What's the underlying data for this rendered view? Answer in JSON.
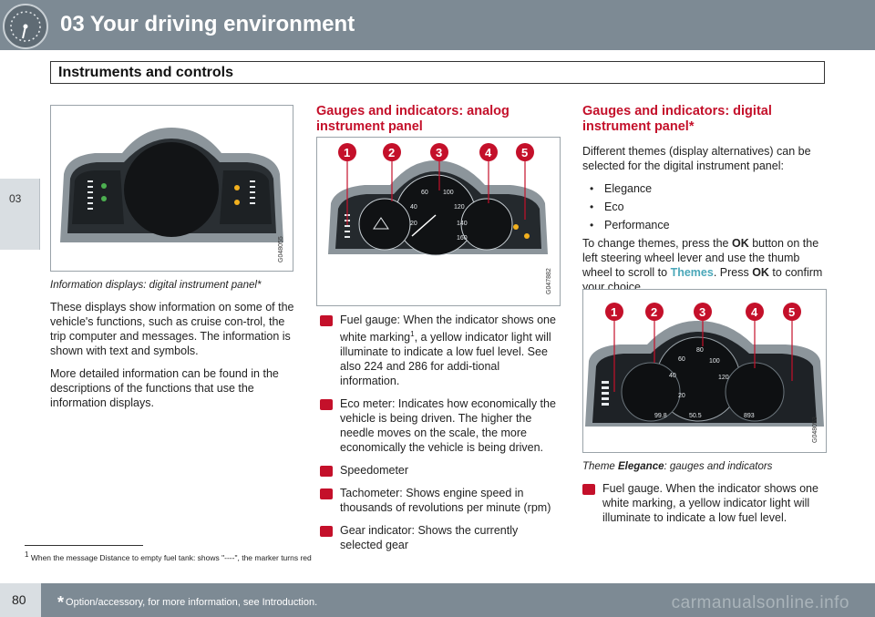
{
  "header": {
    "chapter_title": "03 Your driving environment",
    "section_title": "Instruments and controls"
  },
  "side_tab": {
    "chapter_number": "03"
  },
  "left_column": {
    "figure_code": "G048055",
    "caption": "Information displays: digital instrument panel",
    "caption_star": "*",
    "paragraphs": [
      "These displays show information on some of the vehicle's functions, such as cruise con-trol, the trip computer and messages. The information is shown with text and symbols.",
      "More detailed information can be found in the descriptions of the functions that use the information displays."
    ]
  },
  "middle_column": {
    "heading": "Gauges and indicators: analog instrument panel",
    "figure_code": "G047882",
    "callouts": [
      "1",
      "2",
      "3",
      "4",
      "5"
    ],
    "items": [
      {
        "text_a": "Fuel gauge: When the indicator shows one white marking",
        "sup": "1",
        "text_b": ", a yellow indicator light will illuminate to indicate a low fuel level. See also 224 and 286 for addi-tional information."
      },
      {
        "text_a": "Eco meter: Indicates how economically the vehicle is being driven. The higher the needle moves on the scale, the more economically the vehicle is being driven.",
        "sup": "",
        "text_b": ""
      },
      {
        "text_a": "Speedometer",
        "sup": "",
        "text_b": ""
      },
      {
        "text_a": "Tachometer: Shows engine speed in thousands of revolutions per minute (rpm)",
        "sup": "",
        "text_b": ""
      },
      {
        "text_a": "Gear indicator: Shows the currently selected gear",
        "sup": "",
        "text_b": ""
      }
    ]
  },
  "right_column": {
    "heading": "Gauges and indicators: digital instrument panel*",
    "intro": "Different themes (display alternatives) can be selected for the digital instrument panel:",
    "themes": [
      "Elegance",
      "Eco",
      "Performance"
    ],
    "instruction_a": "To change themes, press the ",
    "instruction_ok": "OK",
    "instruction_b": " button on the left steering wheel lever and use the thumb wheel to scroll to ",
    "instruction_themes": "Themes",
    "instruction_c": ". Press ",
    "instruction_ok2": "OK",
    "instruction_d": " to confirm your choice.",
    "figure_code": "G048053",
    "callouts": [
      "1",
      "2",
      "3",
      "4",
      "5"
    ],
    "caption_a": "Theme ",
    "caption_bold": "Elegance",
    "caption_b": ": gauges and indicators",
    "item1": "Fuel gauge. When the indicator shows one white marking, a yellow indicator light will illuminate to indicate a low fuel level."
  },
  "footnote": {
    "number": "1",
    "text": "When the message Distance to empty fuel tank: shows \"----\", the marker turns red"
  },
  "footer": {
    "page_number": "80",
    "star": "*",
    "note": "Option/accessory, for more information, see Introduction."
  },
  "watermark": "carmanualsonline.info",
  "colors": {
    "header_bg": "#7d8a94",
    "accent_red": "#c4102a",
    "themes_teal": "#4aa7b9"
  },
  "icons": {
    "chapter": "gauge-icon"
  }
}
